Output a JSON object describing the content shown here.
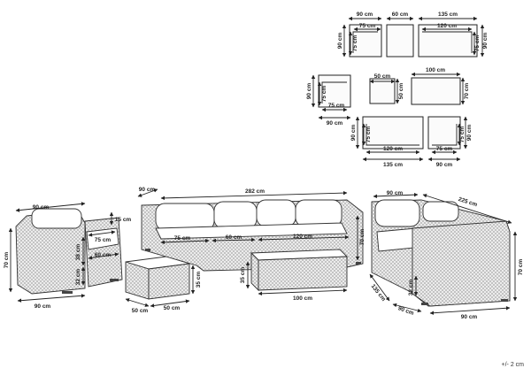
{
  "schematics": {
    "row1": {
      "w_left": "90 cm",
      "w_mid": "60 cm",
      "w_right": "135 cm",
      "seat_left": "75 cm",
      "seat_right": "120 cm",
      "h_left_a": "90 cm",
      "h_left_b": "75 cm",
      "h_right_a": "75 cm",
      "h_right_b": "90 cm"
    },
    "row2": {
      "h_left_a": "90 cm",
      "h_left_b": "75 cm",
      "seat_left": "75 cm",
      "w_left": "90 cm",
      "w_mid": "50 cm",
      "h_mid": "50 cm",
      "w_right": "100 cm",
      "h_right": "70 cm"
    },
    "row3": {
      "h_left_a": "90 cm",
      "h_left_b": "75 cm",
      "seat_left": "120 cm",
      "w_left": "135 cm",
      "seat_right": "75 cm",
      "w_right": "90 cm",
      "h_right_a": "75 cm",
      "h_right_b": "90 cm"
    }
  },
  "armchair": {
    "width_top": "90 cm",
    "arm": "15 cm",
    "seat_depth": "75 cm",
    "back": "38 cm",
    "seat_width": "60 cm",
    "seat_height": "32 cm",
    "height": "70 cm",
    "width_bottom": "90 cm"
  },
  "ottoman": {
    "height": "35 cm",
    "width": "50 cm",
    "depth": "50 cm"
  },
  "sofa": {
    "depth": "90 cm",
    "length": "282 cm",
    "seat_a": "75 cm",
    "seat_b": "60 cm",
    "seat_c": "120 cm",
    "height": "70 cm"
  },
  "table": {
    "height": "35 cm",
    "length": "100 cm"
  },
  "corner": {
    "depth": "90 cm",
    "length": "225 cm",
    "height": "70 cm",
    "side": "135 cm",
    "back_depth": "90 cm",
    "seat": "32 cm",
    "front_width": "90 cm"
  },
  "tolerance": "+/- 2 cm"
}
